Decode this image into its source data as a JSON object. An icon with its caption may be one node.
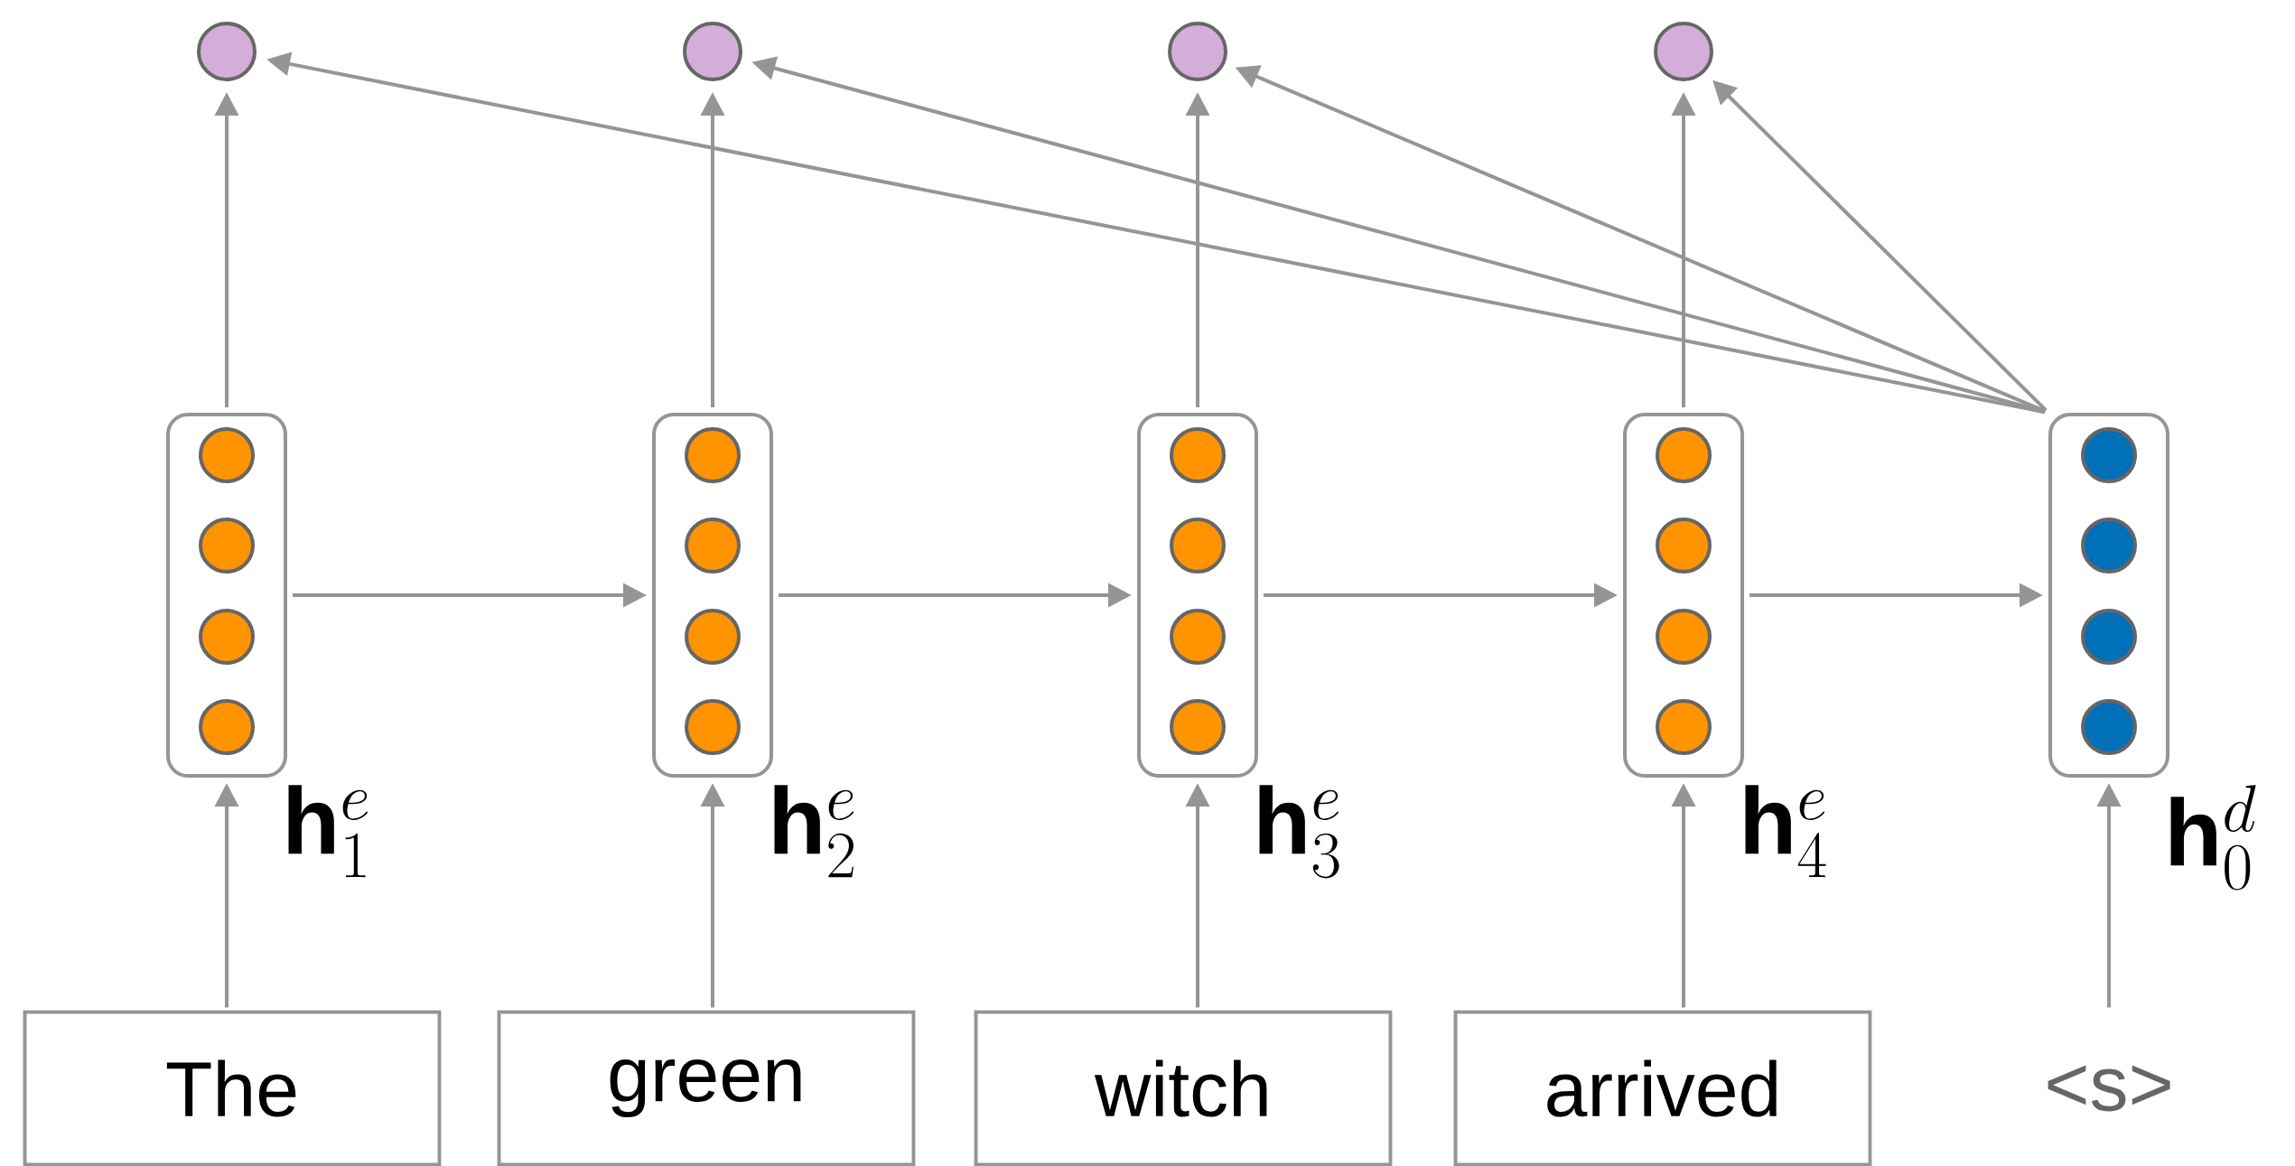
{
  "diagram": {
    "nodes": [
      {
        "text": [],
        "shape": "circle"
      },
      {
        "text": [],
        "shape": "circle"
      },
      {
        "text": [],
        "shape": "circle"
      },
      {
        "text": [],
        "shape": "circle"
      },
      {
        "text": [],
        "shape": "box",
        "beside": [
          "\\mathbf{h}^{e}_{1}"
        ]
      },
      {
        "text": [],
        "shape": "circle",
        "in": 4
      },
      {
        "text": [],
        "shape": "circle",
        "in": 4
      },
      {
        "text": [],
        "shape": "circle",
        "in": 4
      },
      {
        "text": [],
        "shape": "circle",
        "in": 4
      },
      {
        "text": [],
        "shape": "box",
        "beside": [
          "\\mathbf{h}^{e}_{2}"
        ]
      },
      {
        "text": [],
        "shape": "circle",
        "in": 9
      },
      {
        "text": [],
        "shape": "circle",
        "in": 9
      },
      {
        "text": [],
        "shape": "circle",
        "in": 9
      },
      {
        "text": [],
        "shape": "circle",
        "in": 9
      },
      {
        "text": [],
        "shape": "box",
        "beside": [
          "\\mathbf{h}^{e}_{3}"
        ]
      },
      {
        "text": [],
        "shape": "circle",
        "in": 14
      },
      {
        "text": [],
        "shape": "circle",
        "in": 14
      },
      {
        "text": [],
        "shape": "circle",
        "in": 14
      },
      {
        "text": [],
        "shape": "circle",
        "in": 14
      },
      {
        "text": [],
        "shape": "box",
        "beside": [
          "\\mathbf{h}^{e}_{4}"
        ]
      },
      {
        "text": [],
        "shape": "circle",
        "in": 19
      },
      {
        "text": [],
        "shape": "circle",
        "in": 19
      },
      {
        "text": [],
        "shape": "circle",
        "in": 19
      },
      {
        "text": [],
        "shape": "circle",
        "in": 19
      },
      {
        "text": [],
        "shape": "box",
        "beside": [
          "\\mathbf{h}^{d}_{0}"
        ]
      },
      {
        "text": [],
        "shape": "circle",
        "in": 24
      },
      {
        "text": [],
        "shape": "circle",
        "in": 24
      },
      {
        "text": [],
        "shape": "circle",
        "in": 24
      },
      {
        "text": [],
        "shape": "circle",
        "in": 24
      },
      {
        "text": [
          "The"
        ]
      },
      {
        "text": [
          "green"
        ]
      },
      {
        "text": [
          "witch"
        ]
      },
      {
        "text": [
          "arrived"
        ]
      },
      {
        "text": [
          "<s>"
        ]
      }
    ],
    "edges": [
      {
        "from": 4,
        "to": 0,
        "arrow": "to"
      },
      {
        "from": 9,
        "to": 1,
        "arrow": "to"
      },
      {
        "from": 14,
        "to": 2,
        "arrow": "to"
      },
      {
        "from": 19,
        "to": 3,
        "arrow": "to"
      },
      {
        "from": 24,
        "to": 0,
        "arrow": "to"
      },
      {
        "from": 24,
        "to": 1,
        "arrow": "to"
      },
      {
        "from": 24,
        "to": 2,
        "arrow": "to"
      },
      {
        "from": 24,
        "to": 3,
        "arrow": "to"
      },
      {
        "from": 4,
        "to": 9,
        "arrow": "to"
      },
      {
        "from": 9,
        "to": 14,
        "arrow": "to"
      },
      {
        "from": 14,
        "to": 19,
        "arrow": "to"
      },
      {
        "from": 19,
        "to": 24,
        "arrow": "to"
      },
      {
        "from": 29,
        "to": 4,
        "arrow": "to"
      },
      {
        "from": 30,
        "to": 9,
        "arrow": "to"
      },
      {
        "from": 31,
        "to": 14,
        "arrow": "to"
      },
      {
        "from": 32,
        "to": 19,
        "arrow": "to"
      },
      {
        "from": 33,
        "to": 24,
        "arrow": "to"
      }
    ]
  }
}
